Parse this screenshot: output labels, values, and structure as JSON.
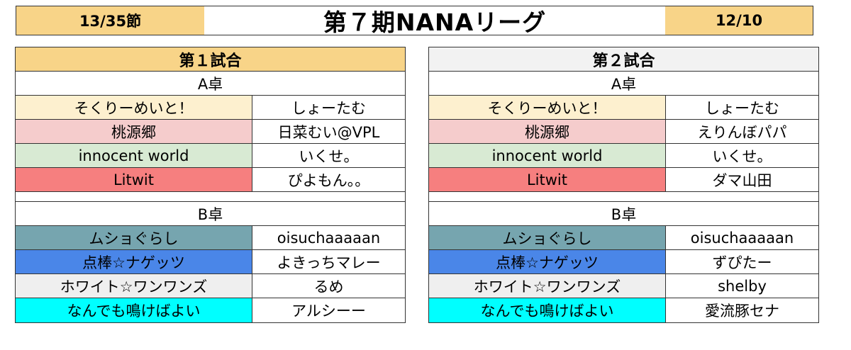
{
  "header": {
    "round": "13/35節",
    "title": "第７期NANAリーグ",
    "date": "12/10"
  },
  "matches": [
    {
      "title": "第１試合",
      "tables": [
        {
          "name": "A卓",
          "rows": [
            {
              "team": "そくりーめいと！",
              "player": "しょーたむ"
            },
            {
              "team": "桃源郷",
              "player": "日菜むい@VPL"
            },
            {
              "team": "innocent world",
              "player": "いくせ。"
            },
            {
              "team": "Litwit",
              "player": "ぴよもん。。"
            }
          ]
        },
        {
          "name": "B卓",
          "rows": [
            {
              "team": "ムショぐらし",
              "player": "oisuchaaaaan"
            },
            {
              "team": "点棒☆ナゲッツ",
              "player": "よきっちマレー"
            },
            {
              "team": "ホワイト☆ワンワンズ",
              "player": "るめ"
            },
            {
              "team": "なんでも鳴けばよい",
              "player": "アルシーー"
            }
          ]
        }
      ]
    },
    {
      "title": "第２試合",
      "tables": [
        {
          "name": "A卓",
          "rows": [
            {
              "team": "そくりーめいと！",
              "player": "しょーたむ"
            },
            {
              "team": "桃源郷",
              "player": "えりんぼパパ"
            },
            {
              "team": "innocent world",
              "player": "いくせ。"
            },
            {
              "team": "Litwit",
              "player": "ダマ山田"
            }
          ]
        },
        {
          "name": "B卓",
          "rows": [
            {
              "team": "ムショぐらし",
              "player": "oisuchaaaaan"
            },
            {
              "team": "点棒☆ナゲッツ",
              "player": "ずぴたー"
            },
            {
              "team": "ホワイト☆ワンワンズ",
              "player": "shelby"
            },
            {
              "team": "なんでも鳴けばよい",
              "player": "愛流豚セナ"
            }
          ]
        }
      ]
    }
  ],
  "colors": {
    "accent": "#f8d488",
    "team_colors": [
      "#fdf0cf",
      "#f5cccc",
      "#d8ead3",
      "#f67f7f",
      "#76a5af",
      "#4a86e8",
      "#efefef",
      "#00ffff"
    ]
  }
}
